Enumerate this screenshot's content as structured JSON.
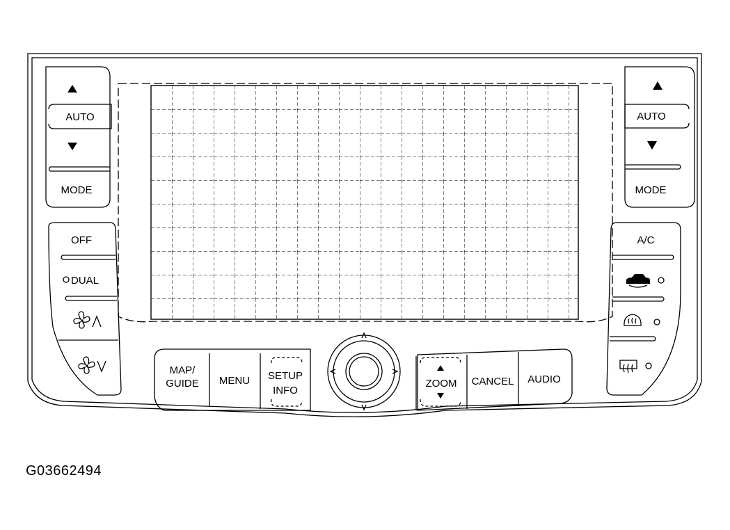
{
  "figure_id": "G03662494",
  "left_temp": {
    "up_icon": "up-triangle-icon",
    "auto_label": "AUTO",
    "down_icon": "down-triangle-icon",
    "mode_label": "MODE"
  },
  "right_temp": {
    "up_icon": "up-triangle-icon",
    "auto_label": "AUTO",
    "down_icon": "down-triangle-icon",
    "mode_label": "MODE"
  },
  "left_fan": {
    "off_label": "OFF",
    "dual_label": "DUAL",
    "fan_up_icon": "fan-up-icon",
    "fan_down_icon": "fan-down-icon"
  },
  "right_controls": {
    "ac_label": "A/C",
    "recirc_icon": "recirculation-icon",
    "front_defrost_icon": "front-defrost-icon",
    "rear_defrost_icon": "rear-defrost-icon"
  },
  "bottom_bar": {
    "map_guide_line1": "MAP/",
    "map_guide_line2": "GUIDE",
    "menu_label": "MENU",
    "setup_label": "SETUP",
    "info_label": "INFO",
    "zoom_label": "ZOOM",
    "cancel_label": "CANCEL",
    "audio_label": "AUDIO"
  }
}
